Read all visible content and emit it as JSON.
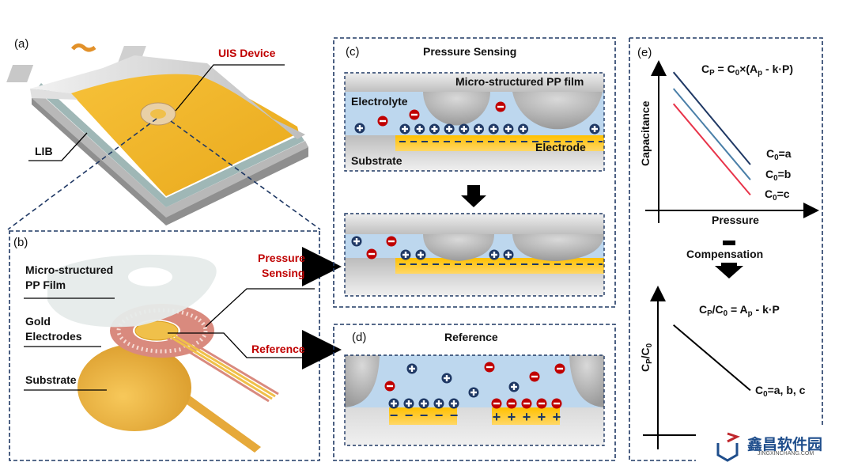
{
  "panels": {
    "a": {
      "label": "(a)",
      "callouts": {
        "uis_device": "UIS Device",
        "lib": "LIB"
      }
    },
    "b": {
      "label": "(b)",
      "layers": [
        "Micro-structured",
        "PP Film",
        "Gold",
        "Electrodes",
        "Substrate"
      ],
      "outputs": {
        "pressure_line1": "Pressure",
        "pressure_line2": "Sensing",
        "reference": "Reference"
      }
    },
    "c": {
      "label": "(c)",
      "title": "Pressure Sensing",
      "labels": {
        "film": "Micro-structured PP film",
        "electrolyte": "Electrolyte",
        "electrode": "Electrode",
        "substrate": "Substrate"
      }
    },
    "d": {
      "label": "(d)",
      "title": "Reference"
    },
    "e": {
      "label": "(e)",
      "compensation": "Compensation",
      "minus_symbol": "−"
    }
  },
  "colors": {
    "accent_red": "#c00000",
    "dash_border": "#1f3864",
    "electrolyte": "#bdd7ee",
    "electrode": "#ffc000",
    "line_a": "#1f3864",
    "line_b": "#4a7fa8",
    "line_c": "#e8344a"
  },
  "chart_data": [
    {
      "type": "line",
      "title": "",
      "annotation": "C_P = C_0×(A_p - k·P)",
      "xlabel": "Pressure",
      "ylabel": "Capacitance",
      "xlim": [
        0,
        10
      ],
      "ylim": [
        0,
        10
      ],
      "series": [
        {
          "name": "C0=a",
          "label": "C₀=a",
          "x": [
            1,
            6.2
          ],
          "y": [
            9.3,
            2.0
          ]
        },
        {
          "name": "C0=b",
          "label": "C₀=b",
          "x": [
            1,
            6.2
          ],
          "y": [
            8.0,
            0.8
          ]
        },
        {
          "name": "C0=c",
          "label": "C₀=c",
          "x": [
            1,
            6.2
          ],
          "y": [
            6.8,
            -0.4
          ]
        }
      ]
    },
    {
      "type": "line",
      "title": "",
      "annotation": "C_P/C_0 = A_p - k·P",
      "xlabel": "",
      "ylabel": "C_P/C_0",
      "xlim": [
        0,
        10
      ],
      "ylim": [
        0,
        10
      ],
      "series": [
        {
          "name": "C0=a, b, c",
          "label": "C₀=a, b, c",
          "x": [
            1,
            6.2
          ],
          "y": [
            7.8,
            1.9
          ]
        }
      ]
    }
  ],
  "watermark": {
    "brand": "鑫昌软件园",
    "site": "JINGXINCHANG.COM"
  }
}
